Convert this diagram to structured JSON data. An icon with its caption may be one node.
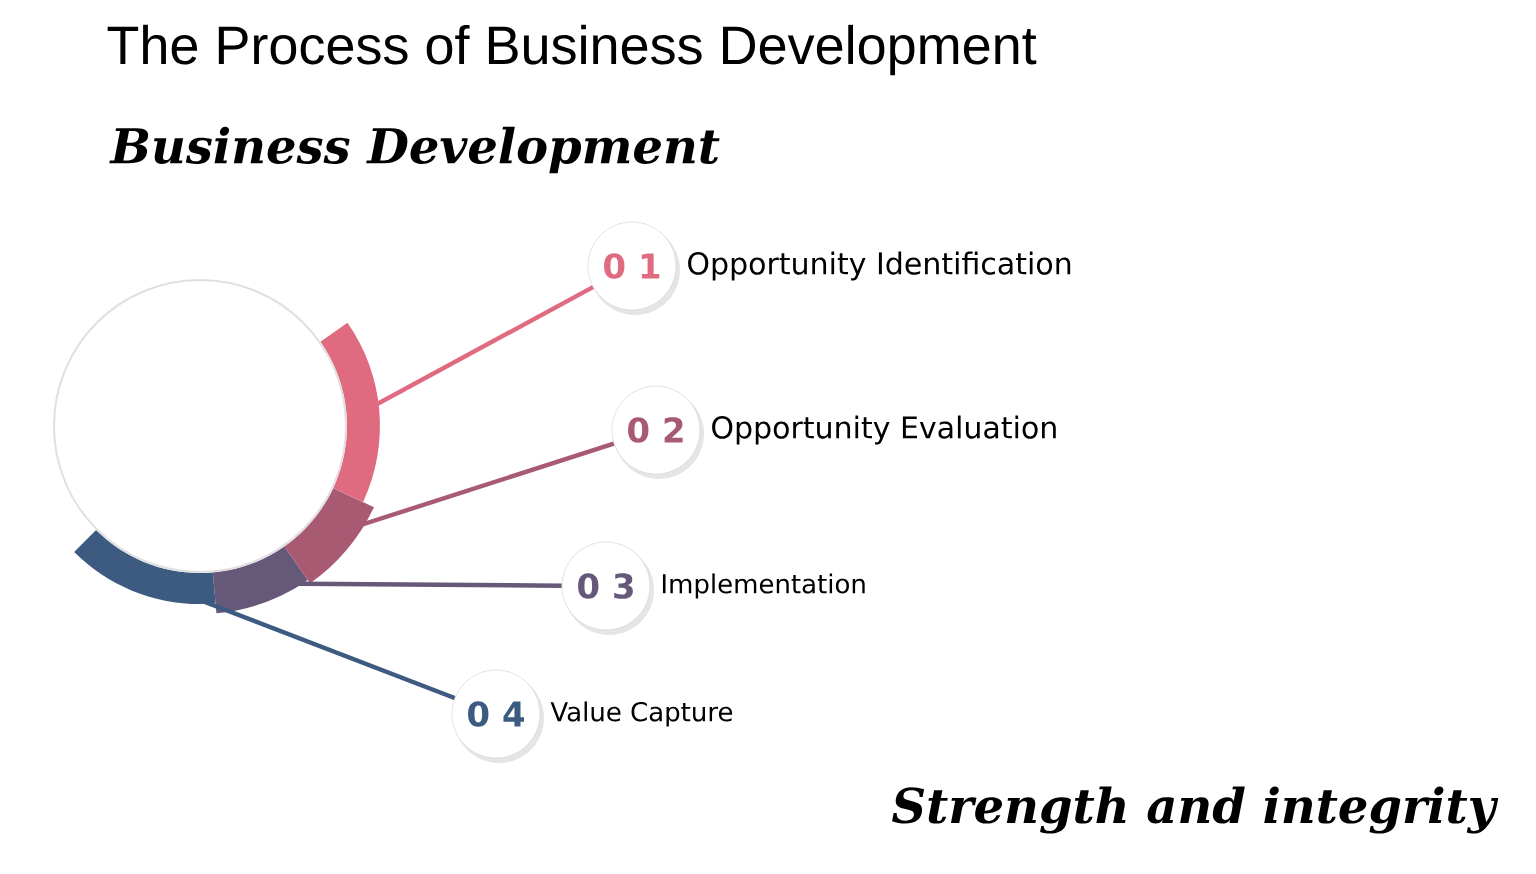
{
  "diagram": {
    "title": "The Process of Business Development",
    "nodes": [
      {
        "text": [],
        "shape": "circle"
      },
      {
        "text": [],
        "shape": "band"
      },
      {
        "text": [],
        "shape": "band"
      },
      {
        "text": [],
        "shape": "band"
      },
      {
        "text": [],
        "shape": "band"
      },
      {
        "text": [
          "0 1"
        ],
        "beside": [
          "Opportunity Identification"
        ]
      },
      {
        "text": [
          "0 2"
        ],
        "beside": [
          "Opportunity Evaluation"
        ]
      },
      {
        "text": [
          "0 3"
        ],
        "beside": [
          "Implementation"
        ]
      },
      {
        "text": [
          "0 4"
        ],
        "beside": [
          "Value Capture"
        ]
      }
    ],
    "edges": [
      {
        "from": 1,
        "to": 5,
        "arrow": "none",
        "color": "#e06b80"
      },
      {
        "from": 2,
        "to": 6,
        "arrow": "none",
        "color": "#a85a73"
      },
      {
        "from": 3,
        "to": 7,
        "arrow": "none",
        "color": "#665878"
      },
      {
        "from": 4,
        "to": 8,
        "arrow": "none",
        "color": "#3d5a80"
      }
    ],
    "labels": [
      "Business Development",
      "Strength and integrity"
    ]
  }
}
